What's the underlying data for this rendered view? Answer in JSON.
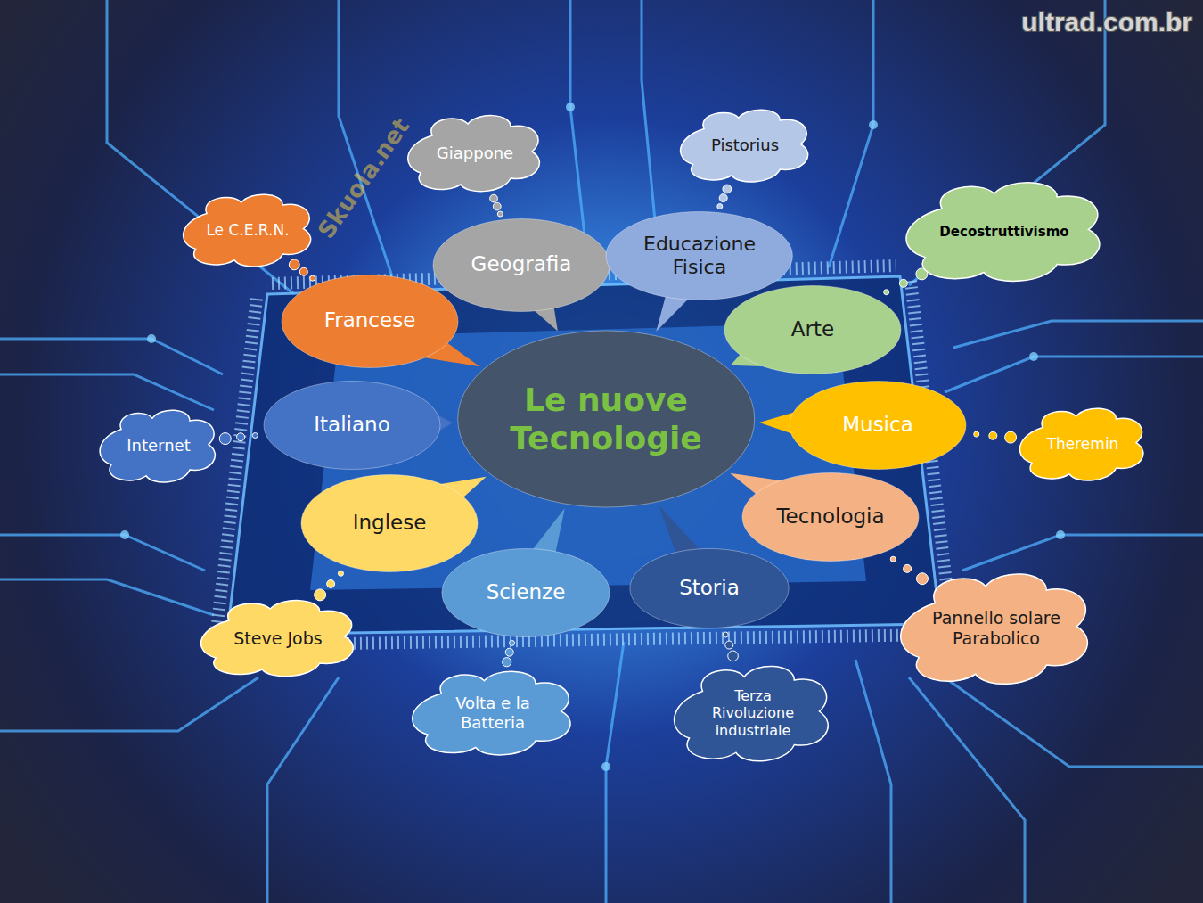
{
  "diagram": {
    "nodes": [
      {
        "text": [
          "Le nuove Tecnologie"
        ]
      },
      {
        "text": [
          "Geografia"
        ]
      },
      {
        "text": [
          "Giappone"
        ]
      },
      {
        "text": [
          "Educazione Fisica"
        ]
      },
      {
        "text": [
          "Pistorius"
        ]
      },
      {
        "text": [
          "Arte"
        ]
      },
      {
        "text": [
          "Decostruttivismo"
        ]
      },
      {
        "text": [
          "Musica"
        ]
      },
      {
        "text": [
          "Theremin"
        ]
      },
      {
        "text": [
          "Tecnologia"
        ]
      },
      {
        "text": [
          "Pannello solare Parabolico"
        ]
      },
      {
        "text": [
          "Storia"
        ]
      },
      {
        "text": [
          "Terza Rivoluzione industriale"
        ]
      },
      {
        "text": [
          "Scienze"
        ]
      },
      {
        "text": [
          "Volta e la Batteria"
        ]
      },
      {
        "text": [
          "Inglese"
        ]
      },
      {
        "text": [
          "Steve Jobs"
        ]
      },
      {
        "text": [
          "Italiano"
        ]
      },
      {
        "text": [
          "Internet"
        ]
      },
      {
        "text": [
          "Francese"
        ]
      },
      {
        "text": [
          "Le C.E.R.N."
        ]
      }
    ],
    "edges": [
      {
        "from": 1,
        "to": 0,
        "arrow": "none"
      },
      {
        "from": 2,
        "to": 1,
        "arrow": "none"
      },
      {
        "from": 3,
        "to": 0,
        "arrow": "none"
      },
      {
        "from": 4,
        "to": 3,
        "arrow": "none"
      },
      {
        "from": 5,
        "to": 0,
        "arrow": "none"
      },
      {
        "from": 6,
        "to": 5,
        "arrow": "none"
      },
      {
        "from": 7,
        "to": 0,
        "arrow": "none"
      },
      {
        "from": 8,
        "to": 7,
        "arrow": "none"
      },
      {
        "from": 9,
        "to": 0,
        "arrow": "none"
      },
      {
        "from": 10,
        "to": 9,
        "arrow": "none"
      },
      {
        "from": 11,
        "to": 0,
        "arrow": "none"
      },
      {
        "from": 12,
        "to": 11,
        "arrow": "none"
      },
      {
        "from": 13,
        "to": 0,
        "arrow": "none"
      },
      {
        "from": 14,
        "to": 13,
        "arrow": "none"
      },
      {
        "from": 15,
        "to": 0,
        "arrow": "none"
      },
      {
        "from": 16,
        "to": 15,
        "arrow": "none"
      },
      {
        "from": 17,
        "to": 0,
        "arrow": "none"
      },
      {
        "from": 18,
        "to": 17,
        "arrow": "none"
      },
      {
        "from": 19,
        "to": 0,
        "arrow": "none"
      },
      {
        "from": 20,
        "to": 19,
        "arrow": "none"
      }
    ],
    "labels": [
      "ultrad.com.br",
      "Skuola.net"
    ]
  }
}
